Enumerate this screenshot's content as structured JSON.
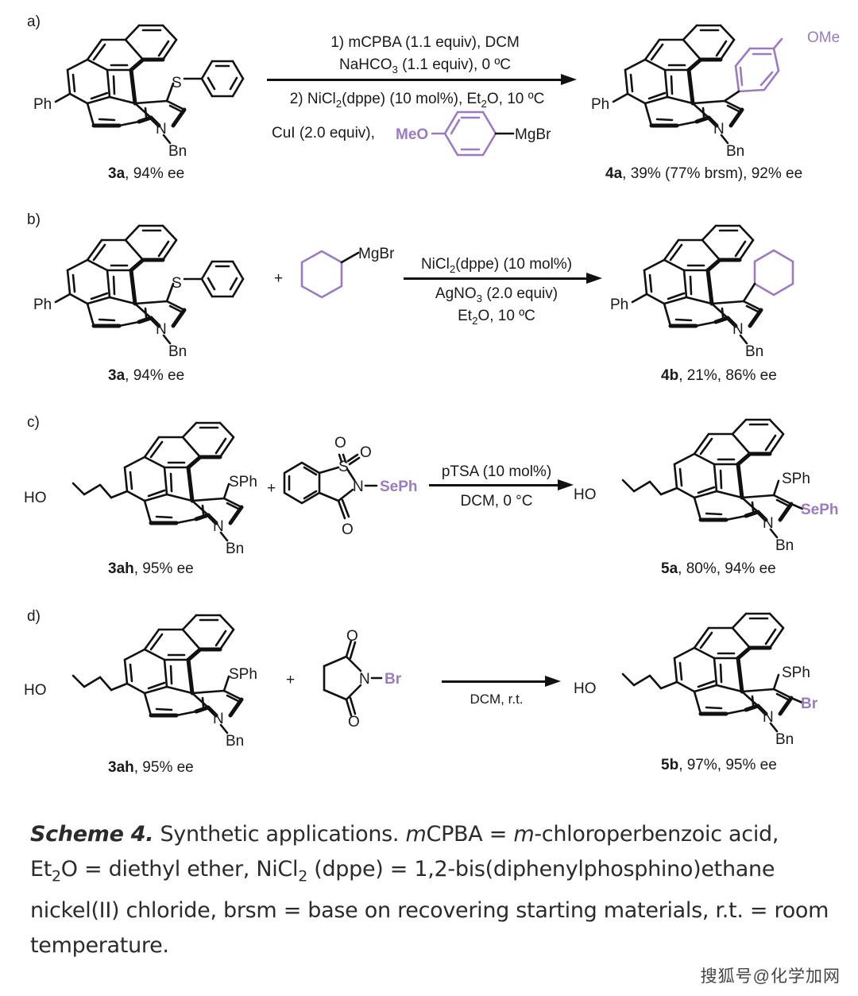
{
  "figure": {
    "colors": {
      "highlight": "#9b7bbd",
      "ink": "#111111",
      "caption_text": "#2b2b2b"
    },
    "panels": [
      {
        "id": "a",
        "label": "a)",
        "reactant": {
          "substituent_left": "Ph",
          "substituent_top": "S",
          "n_group": "Bn",
          "compound": "3a",
          "caption_rest": ", 94% ee"
        },
        "conditions_above": [
          "1) mCPBA (1.1 equiv), DCM",
          "NaHCO",
          "(1.1 equiv), 0 ºC"
        ],
        "conditions_below": [
          "2) NiCl",
          "(dppe) (10 mol%), Et",
          "O, 10 ºC"
        ],
        "reagent_line": {
          "prefix": "CuI (2.0 equiv),",
          "meo": "MeO",
          "mgbr": "MgBr"
        },
        "product": {
          "substituent_left": "Ph",
          "substituent_top": "OMe",
          "n_group": "Bn",
          "compound": "4a",
          "caption_rest": ", 39% (77% brsm), 92% ee"
        }
      },
      {
        "id": "b",
        "label": "b)",
        "reactant": {
          "substituent_left": "Ph",
          "substituent_top": "S",
          "n_group": "Bn",
          "compound": "3a",
          "caption_rest": ", 94% ee"
        },
        "plus": "+",
        "reagent": {
          "group": "MgBr"
        },
        "conditions_above": [
          "NiCl",
          "(dppe) (10 mol%)"
        ],
        "conditions_below": [
          "AgNO",
          "(2.0 equiv)",
          "Et",
          "O, 10 ºC"
        ],
        "product": {
          "substituent_left": "Ph",
          "n_group": "Bn",
          "compound": "4b",
          "caption_rest": ", 21%, 86% ee"
        }
      },
      {
        "id": "c",
        "label": "c)",
        "reactant": {
          "substituent_left": "HO",
          "substituent_top": "SPh",
          "n_group": "Bn",
          "compound": "3ah",
          "caption_rest": ", 95% ee"
        },
        "plus": "+",
        "reagent": {
          "o1": "O",
          "o2": "O",
          "s": "S",
          "n": "N",
          "o3": "O",
          "group": "SePh"
        },
        "conditions_above": [
          "pTSA (10 mol%)"
        ],
        "conditions_below": [
          "DCM, 0 °C"
        ],
        "product": {
          "substituent_left": "HO",
          "substituent_top": "SPh",
          "substituent_c2": "SePh",
          "n_group": "Bn",
          "compound": "5a",
          "caption_rest": ", 80%, 94% ee"
        }
      },
      {
        "id": "d",
        "label": "d)",
        "reactant": {
          "substituent_left": "HO",
          "substituent_top": "SPh",
          "n_group": "Bn",
          "compound": "3ah",
          "caption_rest": ", 95% ee"
        },
        "plus": "+",
        "reagent": {
          "o1": "O",
          "o2": "O",
          "n": "N",
          "group": "Br"
        },
        "conditions_above": [],
        "conditions_below": [
          "DCM, r.t."
        ],
        "product": {
          "substituent_left": "HO",
          "substituent_top": "SPh",
          "substituent_c2": "Br",
          "n_group": "Bn",
          "compound": "5b",
          "caption_rest": ", 97%, 95% ee"
        }
      }
    ],
    "caption": {
      "scheme": "Scheme 4.",
      "t1": " Synthetic applications. ",
      "m1": "m",
      "t2": "CPBA = ",
      "m2": "m",
      "t3": "-chloroperbenzoic acid,",
      "t4": "Et",
      "sub2a": "2",
      "t5": "O = diethyl ether, NiCl",
      "sub2b": "2",
      "t6": " (dppe) = 1,2-bis(diphenylphosphino)ethane nickel(II) chloride, brsm = base on recovering starting materials, r.t. = room temperature."
    },
    "watermark": "搜狐号@化学加网"
  }
}
